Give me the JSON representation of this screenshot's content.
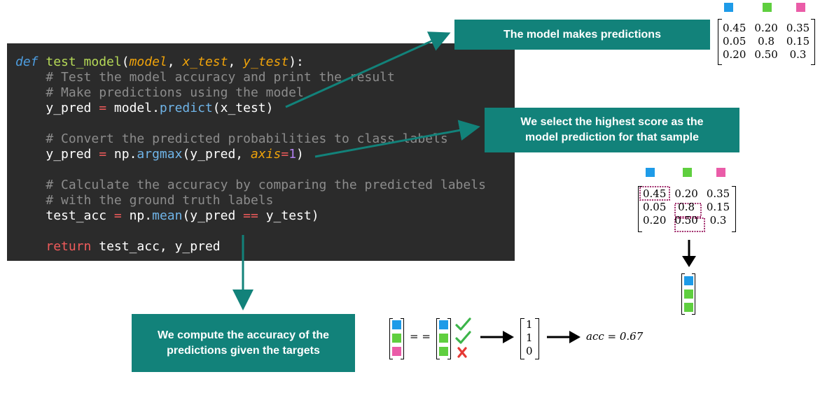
{
  "code": {
    "line1": {
      "def": "def ",
      "name": "test_model",
      "open": "(",
      "p1": "model",
      "sep1": ", ",
      "p2": "x_test",
      "sep2": ", ",
      "p3": "y_test",
      "close": "):"
    },
    "line2": "# Test the model accuracy and print the result",
    "line3": "# Make predictions using the model",
    "line4": {
      "lhs": "y_pred ",
      "eq": "=",
      "mid": " model.",
      "call": "predict",
      "args": "(x_test)"
    },
    "line6": "# Convert the predicted probabilities to class labels",
    "line7": {
      "lhs": "y_pred ",
      "eq": "=",
      "mid": " np.",
      "call": "argmax",
      "args1": "(y_pred, ",
      "kw": "axis",
      "eq2": "=",
      "num": "1",
      "args2": ")"
    },
    "line9": "# Calculate the accuracy by comparing the predicted labels",
    "line10": "# with the ground truth labels",
    "line11": {
      "lhs": "test_acc ",
      "eq": "=",
      "mid": " np.",
      "call": "mean",
      "args1": "(y_pred ",
      "eqeq": "==",
      "args2": " y_test)"
    },
    "line13": {
      "ret": "return",
      "rest": " test_acc, y_pred"
    }
  },
  "callouts": {
    "predictions": "The model makes predictions",
    "select_line1": "We select the highest score as the",
    "select_line2": "model prediction for that sample",
    "accuracy_line1": "We compute the accuracy of the",
    "accuracy_line2": "predictions given the targets"
  },
  "matrix": {
    "rows": [
      [
        "0.45",
        "0.20",
        "0.35"
      ],
      [
        "0.05",
        "0.8",
        "0.15"
      ],
      [
        "0.20",
        "0.50",
        "0.3"
      ]
    ]
  },
  "accuracy": {
    "equals": "= =",
    "vector": [
      "1",
      "1",
      "0"
    ],
    "result": "acc = 0.67"
  },
  "colors": {
    "class_blue": "#1e9be8",
    "class_green": "#5fcf3f",
    "class_pink": "#ea5ca8",
    "callout_bg": "#12827a",
    "highlight_box": "#a3306f",
    "check": "#3cb54a",
    "cross": "#e53935"
  },
  "icons": [
    "class-square-icon",
    "arrow-icon",
    "checkmark-icon",
    "cross-icon"
  ]
}
